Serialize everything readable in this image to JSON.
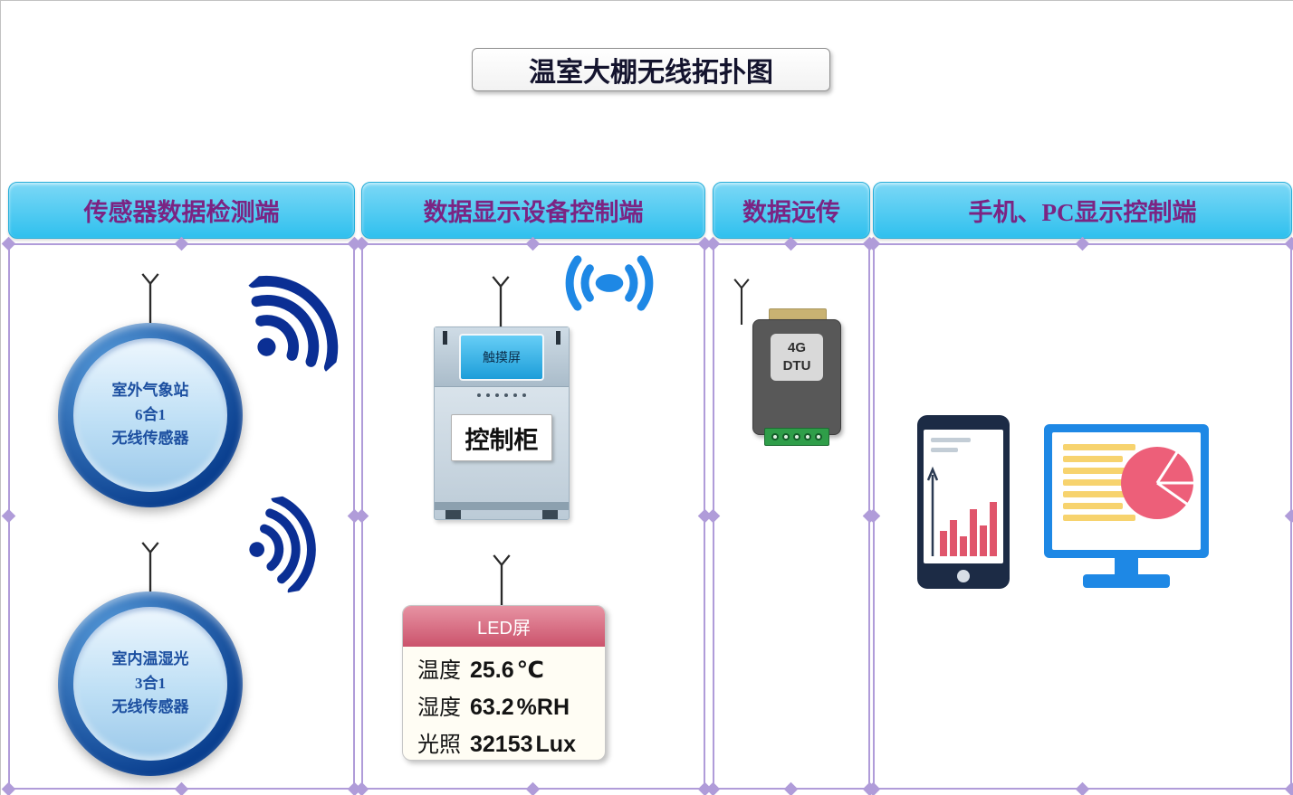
{
  "page": {
    "title": "温室大棚无线拓扑图"
  },
  "columns": [
    {
      "header": "传感器数据检测端"
    },
    {
      "header": "数据显示设备控制端"
    },
    {
      "header": "数据远传"
    },
    {
      "header": "手机、PC显示控制端"
    }
  ],
  "sensors": [
    {
      "label": "室外气象站\n6合1\n无线传感器"
    },
    {
      "label": "室内温湿光\n3合1\n无线传感器"
    }
  ],
  "cabinet": {
    "screen_label": "触摸屏",
    "body_label": "控制柜"
  },
  "led_panel": {
    "header": "LED屏",
    "readings": [
      {
        "label": "温度",
        "value": "25.6",
        "unit": "℃"
      },
      {
        "label": "湿度",
        "value": "63.2",
        "unit": "%RH"
      },
      {
        "label": "光照",
        "value": "32153",
        "unit": "Lux"
      }
    ]
  },
  "dtu": {
    "label": "4G\nDTU"
  },
  "icons": {
    "antenna": "y-shaped-antenna-line",
    "wifi_signal": "dot-with-three-arcs",
    "broadcast": "dot-with-arcs-both-sides",
    "phone_chart": "red-bar-chart-with-axis-arrow",
    "monitor_pie": "pink-pie-chart",
    "monitor_list": "yellow-text-lines"
  },
  "colors": {
    "header_bg_top": "#7cd8f6",
    "header_bg_bottom": "#2fc0ee",
    "header_text": "#7b2483",
    "frame": "#b09cd9",
    "signal_navy": "#0b2f94",
    "signal_blue": "#1e88e5",
    "led_pink": "#cb536c",
    "chart_red": "#e0556b",
    "monitor_blue": "#1e88e5",
    "list_yellow": "#f7d36e",
    "pie_pink": "#ed5f79",
    "dtu_green": "#2f9e49",
    "dtu_tan": "#c9b272",
    "phone_frame": "#1c2b45"
  }
}
